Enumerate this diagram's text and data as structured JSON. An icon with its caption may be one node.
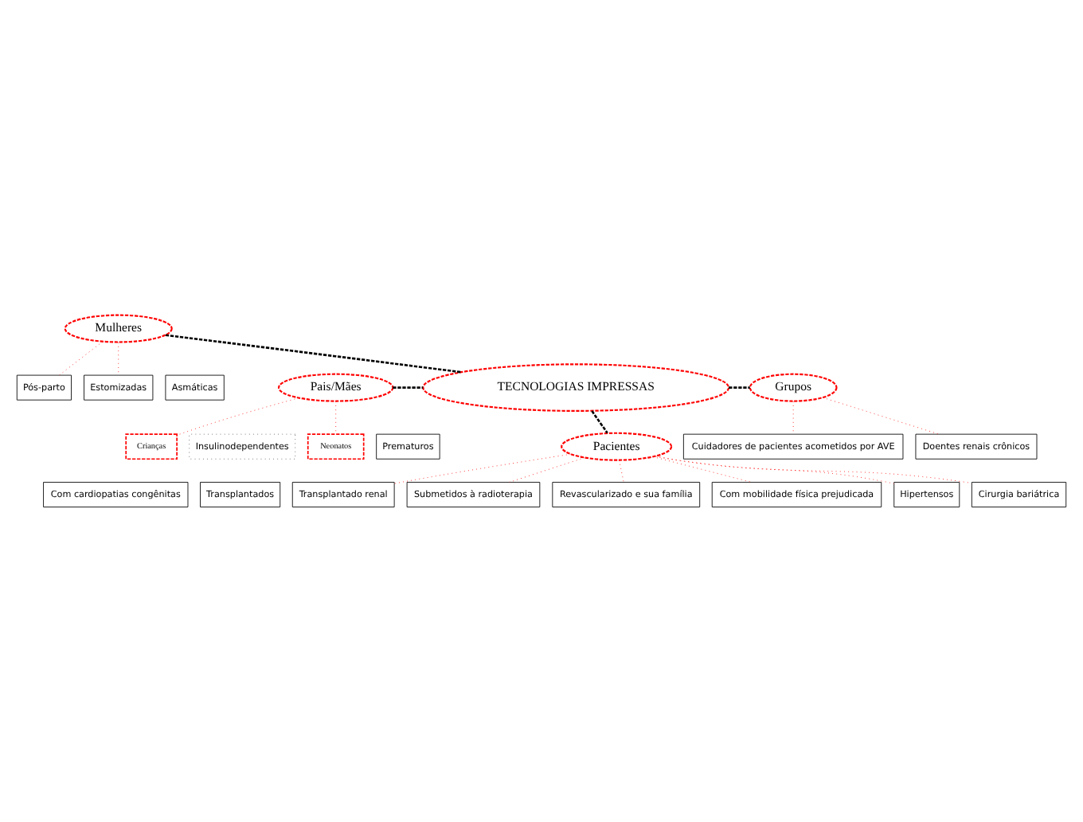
{
  "diagram": {
    "nodes": [
      {
        "text": [
          "TECNOLOGIAS IMPRESSAS"
        ]
      },
      {
        "text": [
          "Mulheres"
        ]
      },
      {
        "text": [
          "Pós-parto"
        ]
      },
      {
        "text": [
          "Estomizadas"
        ]
      },
      {
        "text": [
          "Pais/Mães"
        ]
      },
      {
        "text": [
          "Grupos"
        ]
      },
      {
        "text": [
          "Asmáticas"
        ]
      },
      {
        "text": [
          "Crianças"
        ]
      },
      {
        "text": [
          "Insulinodependentes"
        ]
      },
      {
        "text": [
          "Com cardiopatias congênitas"
        ]
      },
      {
        "text": [
          "Doentes renais crônicos"
        ]
      },
      {
        "text": [
          "Cuidadores de pacientes acometidos por AVE"
        ]
      },
      {
        "text": [
          "Pacientes"
        ]
      },
      {
        "text": [
          "Neonatos"
        ]
      },
      {
        "text": [
          "Prematuros"
        ]
      },
      {
        "text": [
          "Transplantados"
        ]
      },
      {
        "text": [
          "Hipertensos"
        ]
      },
      {
        "text": [
          "Cirurgia bariátrica"
        ]
      },
      {
        "text": [
          "Transplantado renal"
        ]
      },
      {
        "text": [
          "Submetidos à radioterapia"
        ]
      },
      {
        "text": [
          "Revascularizado e sua família"
        ]
      },
      {
        "text": [
          "Com mobilidade física prejudicada"
        ]
      }
    ],
    "edges": [
      {
        "from": 1,
        "to": 0,
        "arrow": "none",
        "style": "dashed",
        "color": "#000000"
      },
      {
        "from": 4,
        "to": 0,
        "arrow": "none",
        "style": "dashed",
        "color": "#000000"
      },
      {
        "from": 0,
        "to": 5,
        "arrow": "none",
        "style": "dashed",
        "color": "#000000"
      },
      {
        "from": 0,
        "to": 12,
        "arrow": "none",
        "style": "dashed",
        "color": "#000000"
      },
      {
        "from": 1,
        "to": 2,
        "arrow": "none"
      },
      {
        "from": 1,
        "to": 3,
        "arrow": "none"
      },
      {
        "from": 4,
        "to": 7,
        "arrow": "none"
      },
      {
        "from": 4,
        "to": 13,
        "arrow": "none"
      },
      {
        "from": 5,
        "to": 10,
        "arrow": "none"
      },
      {
        "from": 5,
        "to": 11,
        "arrow": "none"
      },
      {
        "from": 12,
        "to": 16,
        "arrow": "none"
      },
      {
        "from": 12,
        "to": 17,
        "arrow": "none"
      },
      {
        "from": 12,
        "to": 18,
        "arrow": "none"
      },
      {
        "from": 12,
        "to": 19,
        "arrow": "none"
      },
      {
        "from": 12,
        "to": 20,
        "arrow": "none"
      },
      {
        "from": 12,
        "to": 21,
        "arrow": "none"
      }
    ]
  }
}
